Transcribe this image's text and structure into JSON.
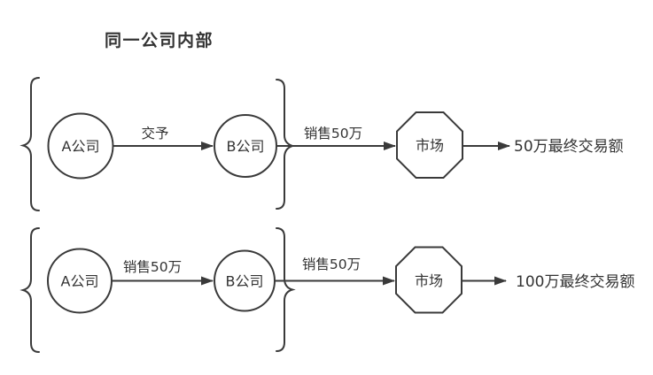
{
  "title": "同一公司内部",
  "colors": {
    "stroke": "#3a3a3a",
    "text": "#333333",
    "background": "#ffffff"
  },
  "rows": [
    {
      "node_a": "A公司",
      "edge_ab": "交予",
      "node_b": "B公司",
      "edge_bm": "销售50万",
      "market": "市场",
      "result": "50万最终交易额"
    },
    {
      "node_a": "A公司",
      "edge_ab": "销售50万",
      "node_b": "B公司",
      "edge_bm": "销售50万",
      "market": "市场",
      "result": "100万最终交易额"
    }
  ]
}
